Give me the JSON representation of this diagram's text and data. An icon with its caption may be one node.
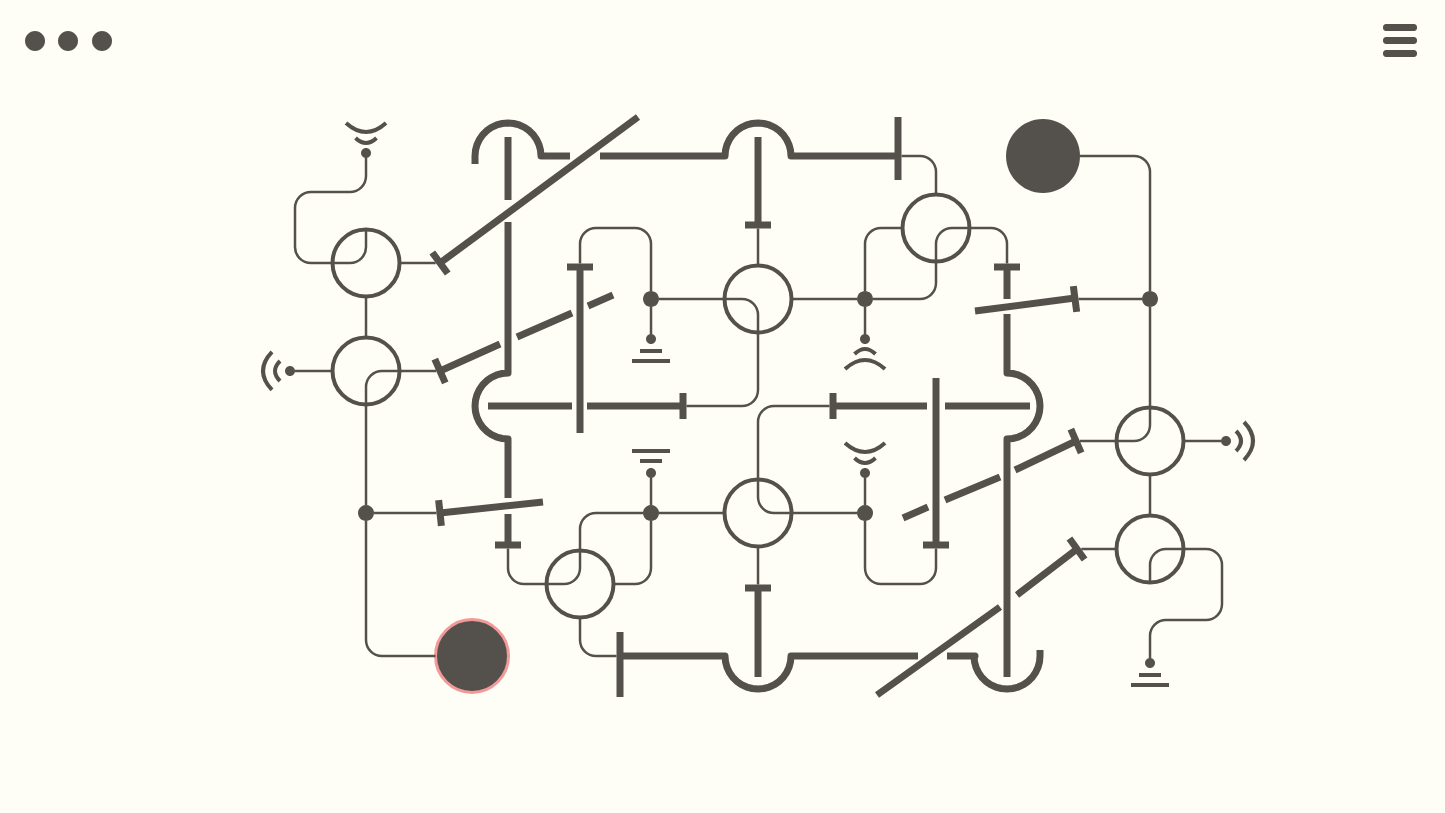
{
  "diagram": {
    "nodes": [
      {
        "text": [],
        "shape": "antenna"
      },
      {
        "text": [],
        "shape": "disc"
      },
      {
        "text": [],
        "shape": "bar"
      },
      {
        "text": [],
        "shape": "bar"
      },
      {
        "text": [],
        "shape": "circle"
      },
      {
        "text": [],
        "shape": "circle"
      },
      {
        "text": [],
        "shape": "bar"
      },
      {
        "text": [],
        "shape": "bar"
      },
      {
        "text": [],
        "shape": "bar"
      },
      {
        "text": [],
        "shape": "dot"
      },
      {
        "text": [],
        "shape": "circle"
      },
      {
        "text": [],
        "shape": "dot"
      },
      {
        "text": [],
        "shape": "bar"
      },
      {
        "text": [],
        "shape": "dot"
      },
      {
        "text": [],
        "shape": "ground"
      },
      {
        "text": [],
        "shape": "antenna"
      },
      {
        "text": [],
        "shape": "antenna"
      },
      {
        "text": [],
        "shape": "circle"
      },
      {
        "text": [],
        "shape": "bar"
      },
      {
        "text": [],
        "shape": "bar"
      },
      {
        "text": [],
        "shape": "bar"
      },
      {
        "text": [],
        "shape": "circle"
      },
      {
        "text": [],
        "shape": "bar"
      },
      {
        "text": [],
        "shape": "antenna"
      },
      {
        "text": [],
        "shape": "ground"
      },
      {
        "text": [],
        "shape": "antenna"
      },
      {
        "text": [],
        "shape": "dot"
      },
      {
        "text": [],
        "shape": "bar"
      },
      {
        "text": [],
        "shape": "dot"
      },
      {
        "text": [],
        "shape": "circle"
      },
      {
        "text": [],
        "shape": "dot"
      },
      {
        "text": [],
        "shape": "bar"
      },
      {
        "text": [],
        "shape": "bar"
      },
      {
        "text": [],
        "shape": "circle"
      },
      {
        "text": [],
        "shape": "bar"
      },
      {
        "text": [],
        "shape": "circle"
      },
      {
        "text": [],
        "shape": "bar"
      },
      {
        "text": [],
        "shape": "disc"
      },
      {
        "text": [],
        "shape": "bar"
      },
      {
        "text": [],
        "shape": "ground"
      }
    ],
    "edges": [
      {
        "from": 0,
        "to": 5,
        "arrow": "none"
      },
      {
        "from": 5,
        "to": 6,
        "arrow": "none"
      },
      {
        "from": 5,
        "to": 17,
        "arrow": "none"
      },
      {
        "from": 16,
        "to": 17,
        "arrow": "none"
      },
      {
        "from": 17,
        "to": 18,
        "arrow": "none"
      },
      {
        "from": 17,
        "to": 26,
        "arrow": "none"
      },
      {
        "from": 26,
        "to": 27,
        "arrow": "none"
      },
      {
        "from": 26,
        "to": 37,
        "arrow": "none"
      },
      {
        "from": 7,
        "to": 9,
        "arrow": "none"
      },
      {
        "from": 9,
        "to": 14,
        "arrow": "none"
      },
      {
        "from": 9,
        "to": 10,
        "arrow": "none"
      },
      {
        "from": 10,
        "to": 3,
        "arrow": "none"
      },
      {
        "from": 10,
        "to": 19,
        "arrow": "none"
      },
      {
        "from": 10,
        "to": 11,
        "arrow": "none"
      },
      {
        "from": 11,
        "to": 15,
        "arrow": "none"
      },
      {
        "from": 11,
        "to": 4,
        "arrow": "none"
      },
      {
        "from": 4,
        "to": 11,
        "arrow": "none"
      },
      {
        "from": 4,
        "to": 2,
        "arrow": "none"
      },
      {
        "from": 4,
        "to": 8,
        "arrow": "none"
      },
      {
        "from": 13,
        "to": 12,
        "arrow": "none"
      },
      {
        "from": 1,
        "to": 13,
        "arrow": "none"
      },
      {
        "from": 13,
        "to": 21,
        "arrow": "none"
      },
      {
        "from": 21,
        "to": 22,
        "arrow": "none"
      },
      {
        "from": 21,
        "to": 23,
        "arrow": "none"
      },
      {
        "from": 21,
        "to": 33,
        "arrow": "none"
      },
      {
        "from": 33,
        "to": 34,
        "arrow": "none"
      },
      {
        "from": 33,
        "to": 39,
        "arrow": "none"
      },
      {
        "from": 28,
        "to": 24,
        "arrow": "none"
      },
      {
        "from": 28,
        "to": 29,
        "arrow": "none"
      },
      {
        "from": 29,
        "to": 20,
        "arrow": "none"
      },
      {
        "from": 29,
        "to": 30,
        "arrow": "none"
      },
      {
        "from": 29,
        "to": 36,
        "arrow": "none"
      },
      {
        "from": 30,
        "to": 25,
        "arrow": "none"
      },
      {
        "from": 30,
        "to": 32,
        "arrow": "none"
      },
      {
        "from": 31,
        "to": 35,
        "arrow": "none"
      },
      {
        "from": 35,
        "to": 28,
        "arrow": "none"
      },
      {
        "from": 35,
        "to": 28,
        "arrow": "none"
      },
      {
        "from": 35,
        "to": 38,
        "arrow": "none"
      }
    ]
  }
}
